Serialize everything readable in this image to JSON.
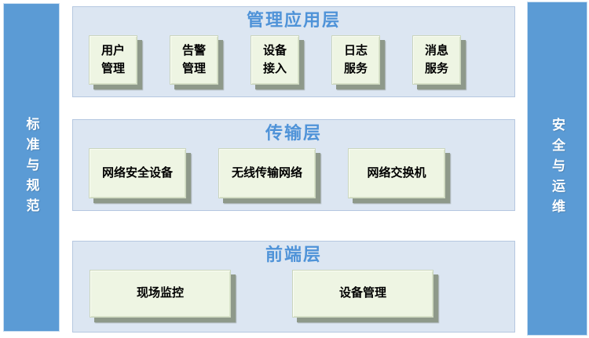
{
  "colors": {
    "bar_blue": "#5b9bd5",
    "bar_text": "#ffffff",
    "panel_background": "#dce6f2",
    "panel_border": "#b5c7e0",
    "layer_title_blue": "#4f93d8",
    "box_face_green": "#eef5e3",
    "box_shadow_gray_green": "#8e998a",
    "box_text": "#000000"
  },
  "sidebars": {
    "left": {
      "label": "标准与规范"
    },
    "right": {
      "label": "安全与运维"
    }
  },
  "layers": [
    {
      "title": "管理应用层",
      "boxes": [
        {
          "label": "用户\n管理"
        },
        {
          "label": "告警\n管理"
        },
        {
          "label": "设备\n接入"
        },
        {
          "label": "日志\n服务"
        },
        {
          "label": "消息\n服务"
        }
      ]
    },
    {
      "title": "传输层",
      "boxes": [
        {
          "label": "网络安全设备"
        },
        {
          "label": "无线传输网络"
        },
        {
          "label": "网络交换机"
        }
      ]
    },
    {
      "title": "前端层",
      "boxes": [
        {
          "label": "现场监控"
        },
        {
          "label": "设备管理"
        }
      ]
    }
  ]
}
